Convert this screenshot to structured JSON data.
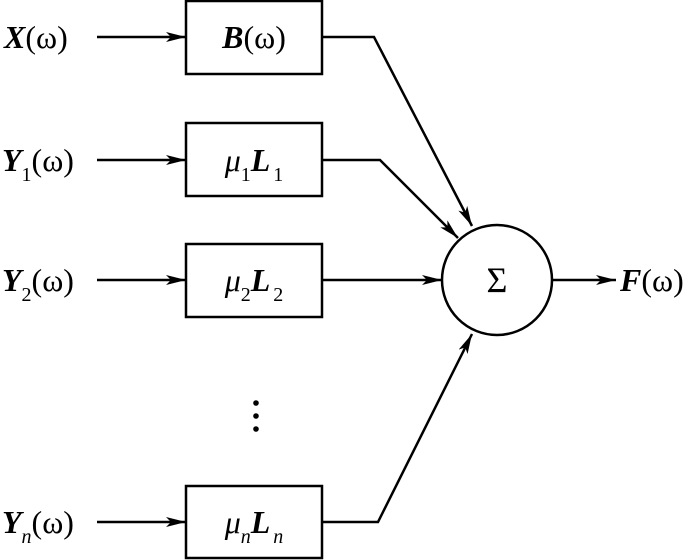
{
  "diagram": {
    "type": "block-diagram",
    "description": "Weighted summation of filtered inputs",
    "colors": {
      "stroke": "#000000",
      "background": "#ffffff"
    },
    "inputs": [
      {
        "id": "x",
        "symbol": "X",
        "subscript": "",
        "arg": "(ω)"
      },
      {
        "id": "y1",
        "symbol": "Y",
        "subscript": "1",
        "arg": "(ω)"
      },
      {
        "id": "y2",
        "symbol": "Y",
        "subscript": "2",
        "arg": "(ω)"
      },
      {
        "id": "yn",
        "symbol": "Y",
        "subscript": "n",
        "arg": "(ω)"
      }
    ],
    "blocks": [
      {
        "id": "b",
        "coef": "",
        "coef_sub": "",
        "symbol": "B",
        "symbol_sub": "",
        "arg": "(ω)"
      },
      {
        "id": "l1",
        "coef": "μ",
        "coef_sub": "1",
        "symbol": "L",
        "symbol_sub": "1",
        "arg": ""
      },
      {
        "id": "l2",
        "coef": "μ",
        "coef_sub": "2",
        "symbol": "L",
        "symbol_sub": "2",
        "arg": ""
      },
      {
        "id": "ln",
        "coef": "μ",
        "coef_sub": "n",
        "symbol": "L",
        "symbol_sub": "n",
        "arg": ""
      }
    ],
    "ellipsis": "⋮",
    "summing_junction": {
      "symbol": "Σ"
    },
    "output": {
      "symbol": "F",
      "arg": "(ω)"
    }
  }
}
